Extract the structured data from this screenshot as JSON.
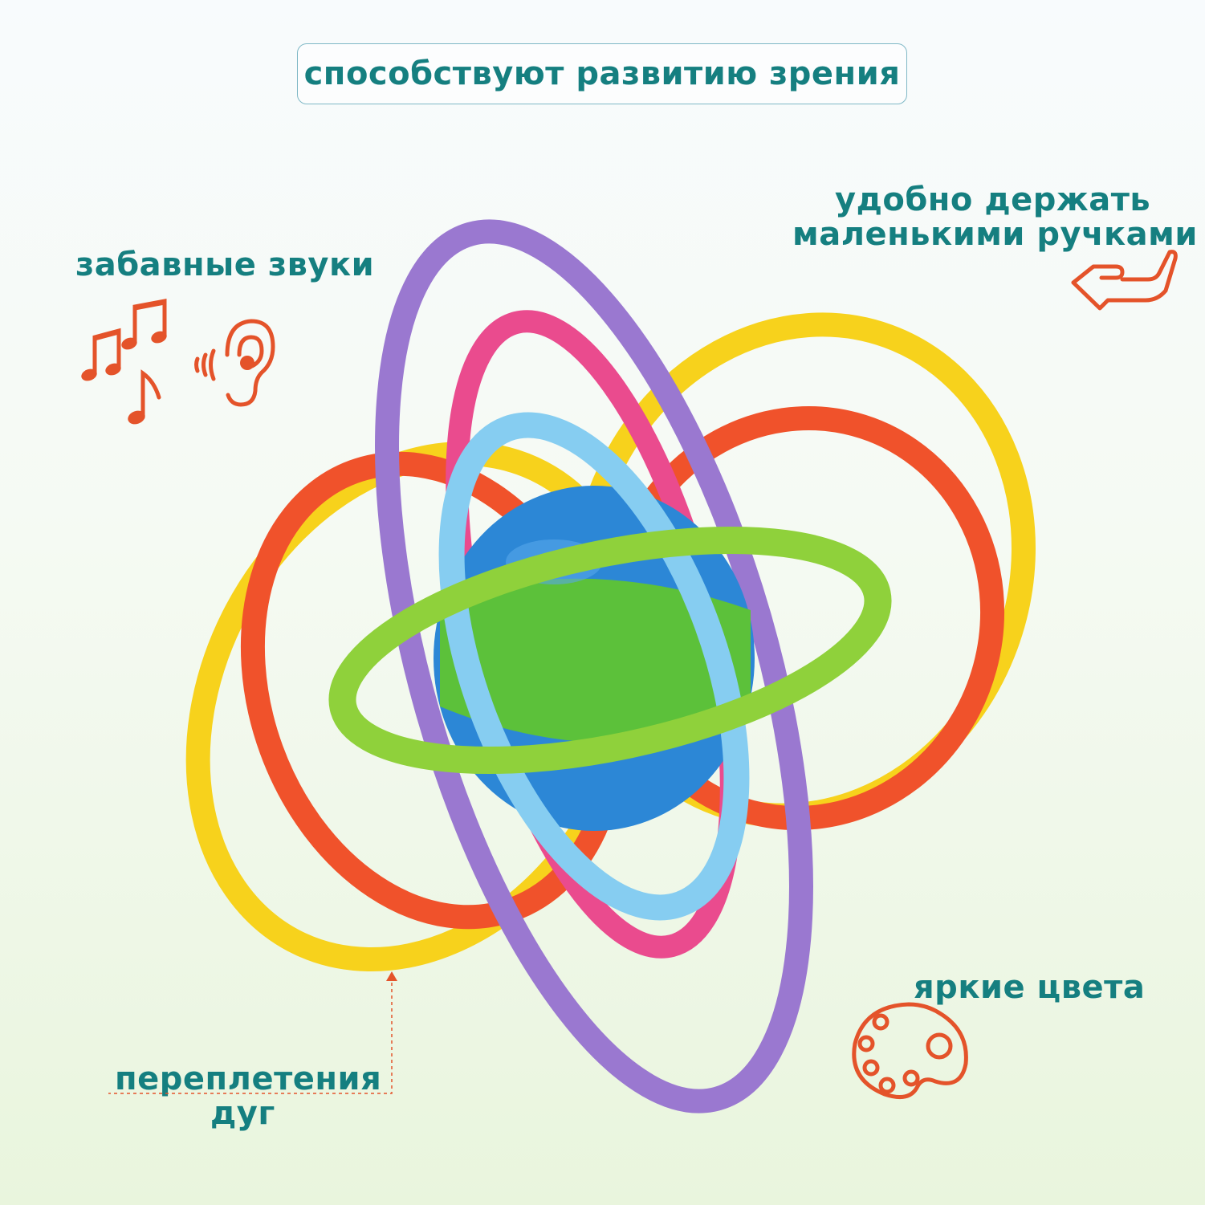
{
  "banner": {
    "text": "способствуют развитию зрения"
  },
  "callouts": {
    "sounds": "забавные звуки",
    "grip_line1": "удобно держать",
    "grip_line2": "маленькими ручками",
    "colors": "яркие цвета",
    "weave_line1": "переплетения",
    "weave_line2": "дуг"
  },
  "icons": {
    "notes": "music-notes-icon",
    "ear": "ear-sound-icon",
    "hand": "hand-icon",
    "palette": "palette-icon"
  },
  "colors": {
    "text": "#157f80",
    "icon": "#e4532a",
    "ring_yellow": "#f7d21c",
    "ring_red": "#f0522b",
    "ring_purple": "#9a78d0",
    "ring_pink": "#ea4b8e",
    "ring_lightblue": "#86cdf1",
    "ring_green": "#8fd13b",
    "ball_blue": "#2c87d6",
    "ball_green": "#5cc13a"
  }
}
